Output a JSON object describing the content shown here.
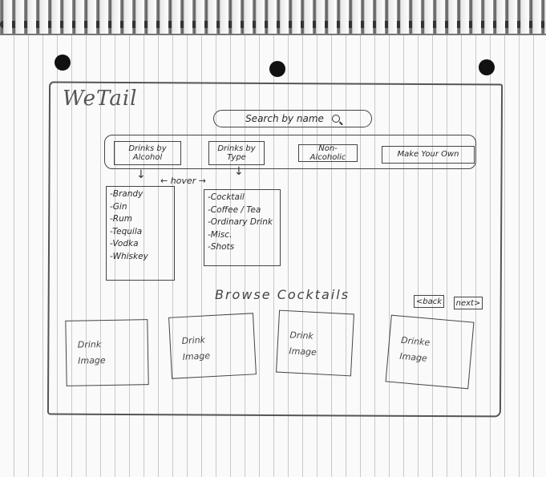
{
  "app": {
    "logo_text": "WeTail"
  },
  "search": {
    "label": "Search by name"
  },
  "nav": {
    "items": [
      {
        "label": "Drinks by Alcohol"
      },
      {
        "label": "Drinks by Type"
      },
      {
        "label": "Non-Alcoholic"
      },
      {
        "label": "Make Your Own"
      }
    ],
    "hover_note": "← hover →"
  },
  "dropdowns": {
    "alcohol": [
      "-Brandy",
      "-Gin",
      "-Rum",
      "-Tequila",
      "-Vodka",
      "-Whiskey"
    ],
    "type": [
      "-Cocktail",
      "-Coffee / Tea",
      "-Ordinary Drink",
      "-Misc.",
      "-Shots"
    ]
  },
  "browse": {
    "title": "Browse Cocktails",
    "back_label": "<back",
    "next_label": "next>",
    "cards": [
      {
        "line1": "Drink",
        "line2": "Image"
      },
      {
        "line1": "Drink",
        "line2": "Image"
      },
      {
        "line1": "Drink",
        "line2": "Image"
      },
      {
        "line1": "Drinke",
        "line2": "Image"
      }
    ]
  },
  "icons": {
    "search": "search-icon",
    "arrow": "arrow-down-icon"
  }
}
